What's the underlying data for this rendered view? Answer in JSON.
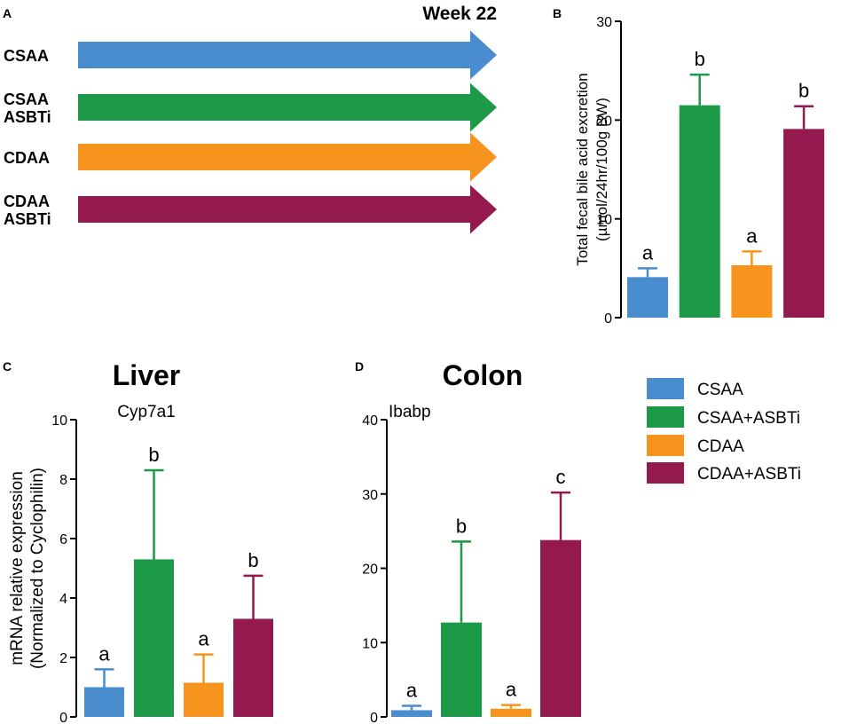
{
  "colors": {
    "CSAA": "#4a8dcf",
    "CSAA_ASBTi": "#1d9a48",
    "CDAA": "#f7941d",
    "CDAA_ASBTi": "#93194f",
    "axis": "#000000"
  },
  "panelA": {
    "panel_letter": "A",
    "week_label": "Week 22",
    "arrows": [
      {
        "line1": "CSAA",
        "line2": "",
        "color_key": "CSAA"
      },
      {
        "line1": "CSAA",
        "line2": "ASBTi",
        "color_key": "CSAA_ASBTi"
      },
      {
        "line1": "CDAA",
        "line2": "",
        "color_key": "CDAA"
      },
      {
        "line1": "CDAA",
        "line2": "ASBTi",
        "color_key": "CDAA_ASBTi"
      }
    ]
  },
  "legend": {
    "placement": "right of panel D",
    "items": [
      {
        "label": "CSAA",
        "color_key": "CSAA"
      },
      {
        "label": "CSAA+ASBTi",
        "color_key": "CSAA_ASBTi"
      },
      {
        "label": "CDAA",
        "color_key": "CDAA"
      },
      {
        "label": "CDAA+ASBTi",
        "color_key": "CDAA_ASBTi"
      }
    ]
  },
  "chart_data": [
    {
      "id": "B",
      "type": "bar",
      "panel_letter": "B",
      "title": "",
      "subtitle": "",
      "ylabel_line1": "Total fecal bile acid excretion",
      "ylabel_line2": "(µmol/24hr/100g BW)",
      "ylim": [
        0,
        30
      ],
      "yticks": [
        0,
        10,
        20,
        30
      ],
      "categories": [
        "CSAA",
        "CSAA+ASBTi",
        "CDAA",
        "CDAA+ASBTi"
      ],
      "color_keys": [
        "CSAA",
        "CSAA_ASBTi",
        "CDAA",
        "CDAA_ASBTi"
      ],
      "values": [
        4.1,
        21.5,
        5.3,
        19.1
      ],
      "error": [
        0.9,
        3.1,
        1.4,
        2.3
      ],
      "sig": [
        "a",
        "b",
        "a",
        "b"
      ],
      "grid": false
    },
    {
      "id": "C",
      "type": "bar",
      "panel_letter": "C",
      "title": "Liver",
      "subtitle": "Cyp7a1",
      "ylabel_line1": "mRNA relative expression",
      "ylabel_line2": "(Normalized to Cyclophilin)",
      "ylim": [
        0,
        10
      ],
      "yticks": [
        0,
        2,
        4,
        6,
        8,
        10
      ],
      "categories": [
        "CSAA",
        "CSAA+ASBTi",
        "CDAA",
        "CDAA+ASBTi"
      ],
      "color_keys": [
        "CSAA",
        "CSAA_ASBTi",
        "CDAA",
        "CDAA_ASBTi"
      ],
      "values": [
        1.0,
        5.3,
        1.15,
        3.3
      ],
      "error": [
        0.6,
        3.0,
        0.95,
        1.45
      ],
      "sig": [
        "a",
        "b",
        "a",
        "b"
      ],
      "grid": false
    },
    {
      "id": "D",
      "type": "bar",
      "panel_letter": "D",
      "title": "Colon",
      "subtitle": "Ibabp",
      "ylabel_line1": "",
      "ylabel_line2": "",
      "ylim": [
        0,
        40
      ],
      "yticks": [
        0,
        10,
        20,
        30,
        40
      ],
      "categories": [
        "CSAA",
        "CSAA+ASBTi",
        "CDAA",
        "CDAA+ASBTi"
      ],
      "color_keys": [
        "CSAA",
        "CSAA_ASBTi",
        "CDAA",
        "CDAA_ASBTi"
      ],
      "values": [
        0.9,
        12.7,
        1.1,
        23.8
      ],
      "error": [
        0.6,
        10.9,
        0.5,
        6.4
      ],
      "sig": [
        "a",
        "b",
        "a",
        "c"
      ],
      "grid": false
    }
  ]
}
